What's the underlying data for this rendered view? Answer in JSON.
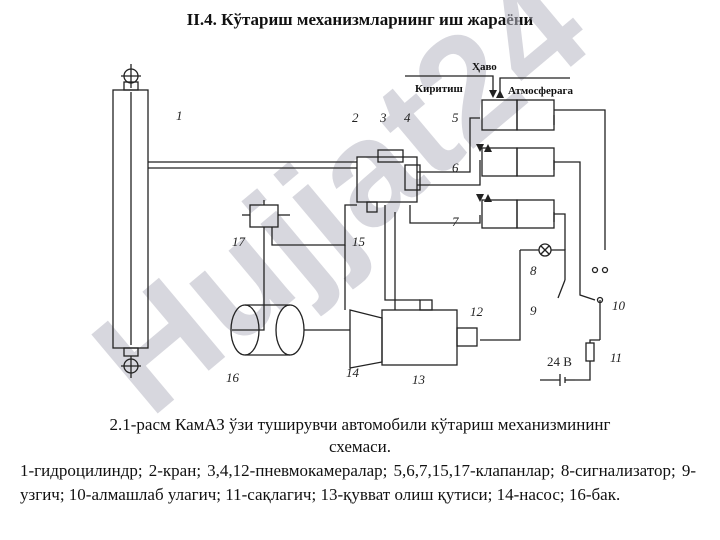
{
  "title": "II.4. Кўтариш механизмларнинг иш жараёни",
  "diagram": {
    "air_label": "Ҳаво",
    "inlet_label": "Киритиш",
    "atmosphere_label": "Атмосферага",
    "voltage_label": "24 В",
    "parts": [
      "1",
      "2",
      "3",
      "4",
      "5",
      "6",
      "7",
      "8",
      "9",
      "10",
      "11",
      "12",
      "13",
      "14",
      "15",
      "16",
      "17"
    ]
  },
  "watermark": "Hujjat24",
  "caption_line1": "2.1-расм КамАЗ ўзи туширувчи автомобили кўтариш механизмининг",
  "caption_line2": "схемаси.",
  "legend": "1-гидроцилиндр; 2-кран; 3,4,12-пневмокамералар; 5,6,7,15,17-клапанлар; 8-сигнализатор; 9-узгич; 10-алмашлаб улагич; 11-сақлагич; 13-қувват олиш қутиси; 14-насос; 16-бак."
}
